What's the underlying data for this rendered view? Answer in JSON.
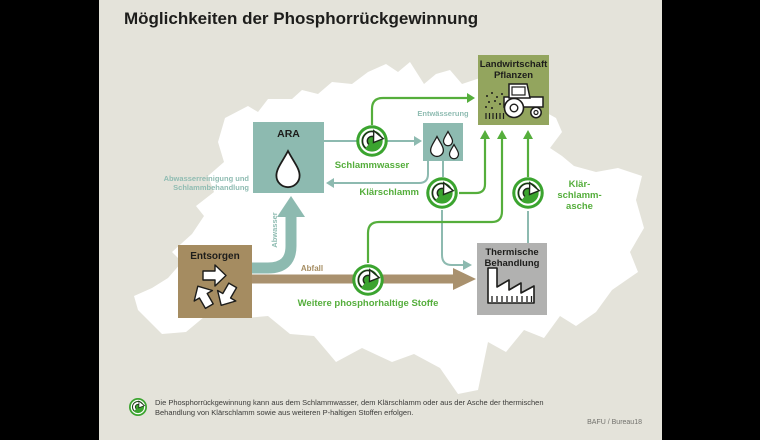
{
  "title": "Möglichkeiten der Phosphorrückgewinnung",
  "nodes": {
    "ara": {
      "label": "ARA"
    },
    "entwaesserung": {
      "label": "Entwässerung"
    },
    "landwirtschaft": {
      "label": "Landwirtschaft\nPflanzen"
    },
    "thermische": {
      "label": "Thermische\nBehandlung"
    },
    "entsorgen": {
      "label": "Entsorgen"
    }
  },
  "flow_labels": {
    "schlammwasser": "Schlammwasser",
    "klaerschlamm": "Klärschlamm",
    "klaerschlammasche": "Klär-\nschlamm-\nasche",
    "weitere_stoffe": "Weitere phosphorhaltige Stoffe",
    "abwasser": "Abwasser",
    "abfall": "Abfall",
    "abwasserreinigung": "Abwasserreinigung und\nSchlammbehandlung"
  },
  "footer": {
    "note": "Die Phosphorrückgewinnung kann aus dem Schlammwasser, dem Klärschlamm oder aus der Asche der thermischen\nBehandlung von Klärschlamm sowie aus weiteren P-haltigen Stoffen erfolgen.",
    "credit": "BAFU / Bureau18"
  },
  "icons": {
    "ara": "water-drop",
    "entwaesserung": "water-drops",
    "landwirtschaft": "tractor",
    "thermische": "factory",
    "entsorgen": "recycling-arrows",
    "flow_badges": "recycling-badge"
  },
  "colors": {
    "background": "#e4e3da",
    "map": "#ffffff",
    "teal": "#8dbab0",
    "olive": "#93a55e",
    "brown_box": "#a58c61",
    "brown_arrow": "#a9916e",
    "gray_box": "#b1b1b0",
    "green_line": "#55ae3c",
    "green_badge": "#3ba42f",
    "ink": "#1d1d1b"
  }
}
